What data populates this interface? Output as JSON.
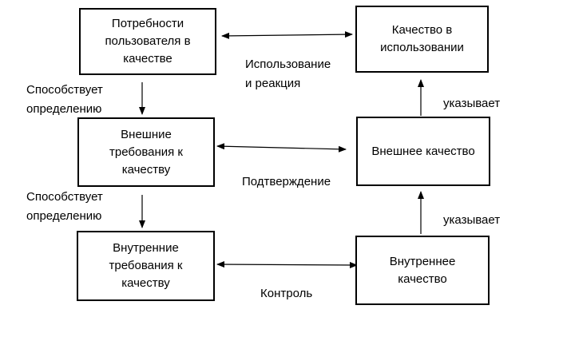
{
  "boxes": {
    "user_needs": "Потребности\nпользователя в\nкачестве",
    "quality_in_use": "Качество в\nиспользовании",
    "external_req": "Внешние\nтребования к\nкачеству",
    "external_quality": "Внешнее качество",
    "internal_req": "Внутренние\nтребования к\nкачеству",
    "internal_quality": "Внутреннее\nкачество"
  },
  "labels": {
    "contributes_1": "Способствует\nопределению",
    "contributes_2": "Способствует\nопределению",
    "use_feedback": "Использование\nи реакция",
    "validation": "Подтверждение",
    "verification": "Контроль",
    "indicates_1": "указывает",
    "indicates_2": "указывает"
  }
}
